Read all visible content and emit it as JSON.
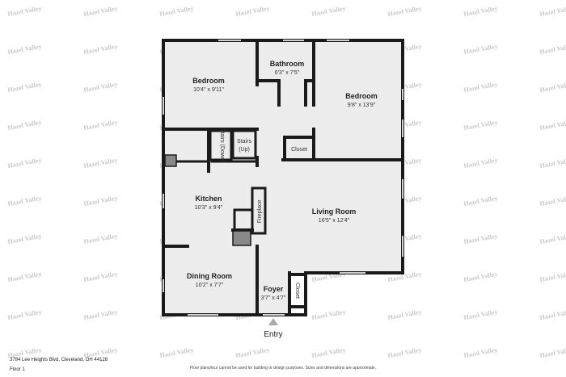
{
  "watermark": {
    "text": "Hazel Valley"
  },
  "rooms": {
    "bedroom_1": {
      "name": "Bedroom",
      "dims": "10'4\" x 9'11\""
    },
    "bathroom": {
      "name": "Bathroom",
      "dims": "6'3\" x 7'5\""
    },
    "bedroom_2": {
      "name": "Bedroom",
      "dims": "9'8\" x 13'9\""
    },
    "kitchen": {
      "name": "Kitchen",
      "dims": "10'3\" x 9'4\""
    },
    "living_room": {
      "name": "Living Room",
      "dims": "16'5\" x 12'4\""
    },
    "dining_room": {
      "name": "Dining Room",
      "dims": "10'2\" x 7'7\""
    },
    "foyer": {
      "name": "Foyer",
      "dims": "3'7\" x 4'7\""
    }
  },
  "labels": {
    "stairs_down": "Stairs (Down)",
    "stairs_up_1": "Stairs",
    "stairs_up_2": "(Up)",
    "closet_1": "Closet",
    "closet_2": "Closet",
    "fireplace": "Fireplace",
    "entry": "Entry"
  },
  "footer": {
    "address": "3784 Lee Heights Blvd, Cleveland, OH 44128",
    "floor": "Floor 1",
    "disclaimer": "Floor plans/tour cannot be used for building or design purposes. Sizes and dimensions are approximate."
  }
}
